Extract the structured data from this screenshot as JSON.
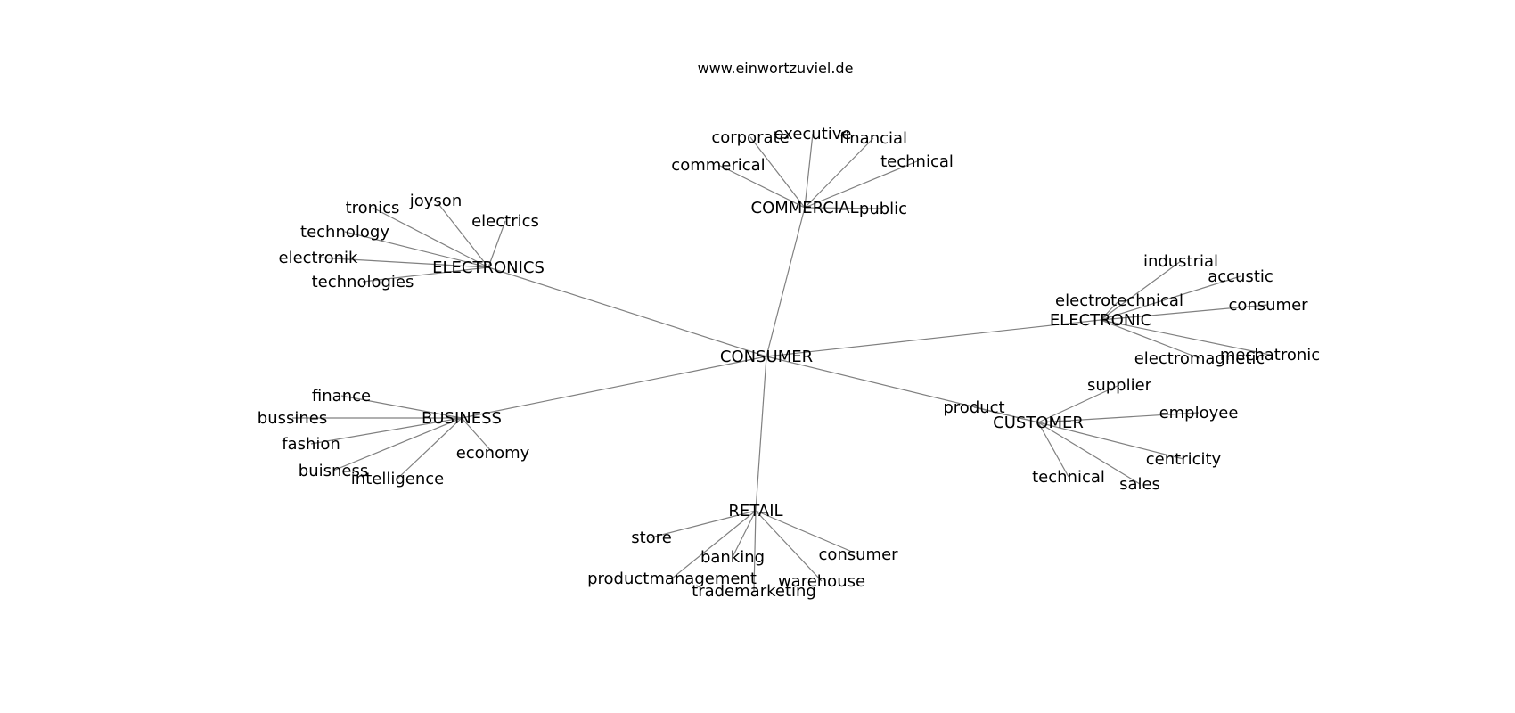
{
  "source_text": "www.einwortzuviel.de",
  "center": "CONSUMER",
  "clusters": [
    {
      "hub": "COMMERCIAL",
      "words": [
        "corporate",
        "executive",
        "financial",
        "commerical",
        "technical",
        "public"
      ]
    },
    {
      "hub": "ELECTRONICS",
      "words": [
        "tronics",
        "joyson",
        "electrics",
        "technology",
        "electronik",
        "technologies"
      ]
    },
    {
      "hub": "ELECTRONIC",
      "words": [
        "industrial",
        "accustic",
        "electrotechnical",
        "consumer",
        "electromagnetic",
        "mechatronic"
      ]
    },
    {
      "hub": "BUSINESS",
      "words": [
        "finance",
        "bussines",
        "fashion",
        "buisness",
        "intelligence",
        "economy"
      ]
    },
    {
      "hub": "CUSTOMER",
      "words": [
        "supplier",
        "product",
        "employee",
        "centricity",
        "technical",
        "sales"
      ]
    },
    {
      "hub": "RETAIL",
      "words": [
        "store",
        "banking",
        "consumer",
        "productmanagement",
        "warehouse",
        "trademarketing"
      ]
    }
  ]
}
